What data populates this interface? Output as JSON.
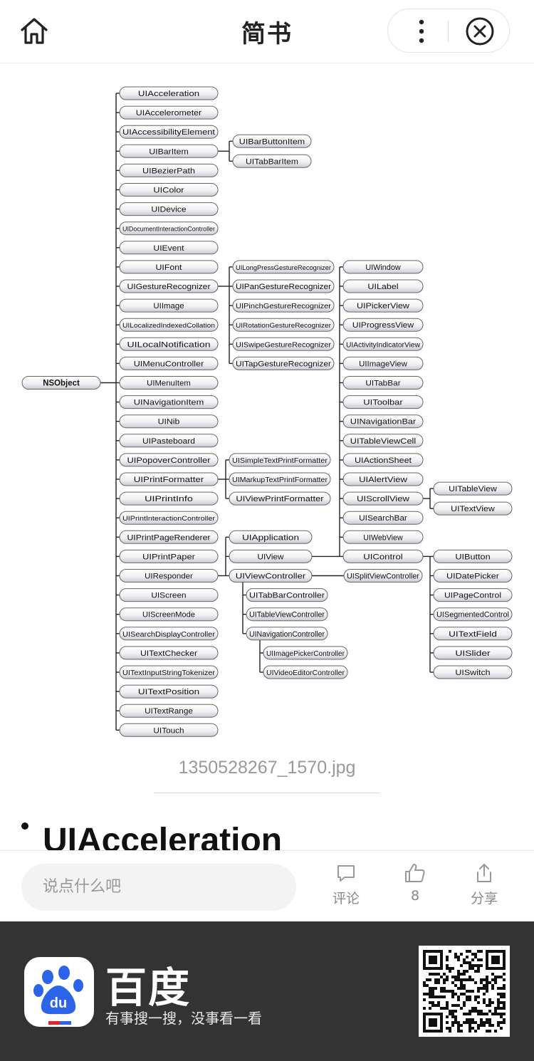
{
  "nav": {
    "title": "简书"
  },
  "diagram": {
    "root": "NSObject",
    "col1": [
      "UIAcceleration",
      "UIAccelerometer",
      "UIAccessibilityElement",
      "UIBarItem",
      "UIBezierPath",
      "UIColor",
      "UIDevice",
      "UIDocumentInteractionController",
      "UIEvent",
      "UIFont",
      "UIGestureRecognizer",
      "UIImage",
      "UILocalizedIndexedCollation",
      "UILocalNotification",
      "UIMenuController",
      "UIMenuItem",
      "UINavigationItem",
      "UINib",
      "UIPasteboard",
      "UIPopoverController",
      "UIPrintFormatter",
      "UIPrintInfo",
      "UIPrintInteractionController",
      "UIPrintPageRenderer",
      "UIPrintPaper",
      "UIResponder",
      "UIScreen",
      "UIScreenMode",
      "UISearchDisplayController",
      "UITextChecker",
      "UITextInputStringTokenizer",
      "UITextPosition",
      "UITextRange",
      "UITouch"
    ],
    "baritem_children": [
      "UIBarButtonItem",
      "UITabBarItem"
    ],
    "gesture_children": [
      "UILongPressGestureRecognizer",
      "UIPanGestureRecognizer",
      "UIPinchGestureRecognizer",
      "UIRotationGestureRecognizer",
      "UISwipeGestureRecognizer",
      "UITapGestureRecognizer"
    ],
    "printformatter_children": [
      "UISimpleTextPrintFormatter",
      "UIMarkupTextPrintFormatter",
      "UIViewPrintFormatter"
    ],
    "responder_children": [
      "UIApplication",
      "UIView",
      "UIViewController"
    ],
    "viewcontroller_children": [
      "UITabBarController",
      "UITableViewController",
      "UINavigationController"
    ],
    "navcontroller_children": [
      "UIImagePickerController",
      "UIVideoEditorController"
    ],
    "split": "UISplitViewController",
    "view_children": [
      "UIWindow",
      "UILabel",
      "UIPickerView",
      "UIProgressView",
      "UIActivityIndicatorView",
      "UIImageView",
      "UITabBar",
      "UIToolbar",
      "UINavigationBar",
      "UITableViewCell",
      "UIActionSheet",
      "UIAlertView",
      "UIScrollView",
      "UISearchBar",
      "UIWebView",
      "UIControl"
    ],
    "scroll_children": [
      "UITableView",
      "UITextView"
    ],
    "control_children": [
      "UIButton",
      "UIDatePicker",
      "UIPageControl",
      "UISegmentedControl",
      "UITextField",
      "UISlider",
      "UISwitch"
    ]
  },
  "caption": "1350528267_1570.jpg",
  "heading": "UIAcceleration",
  "actionbar": {
    "placeholder": "说点什么吧",
    "comment_label": "评论",
    "like_count": "8",
    "share_label": "分享"
  },
  "banner": {
    "brand": "百度",
    "slogan": "有事搜一搜，没事看一看",
    "logo_text": "du"
  },
  "icons": [
    "home-icon",
    "more-icon",
    "close-icon",
    "comment-icon",
    "thumbs-up-icon",
    "share-icon",
    "baidu-paw-icon",
    "qr-code"
  ]
}
